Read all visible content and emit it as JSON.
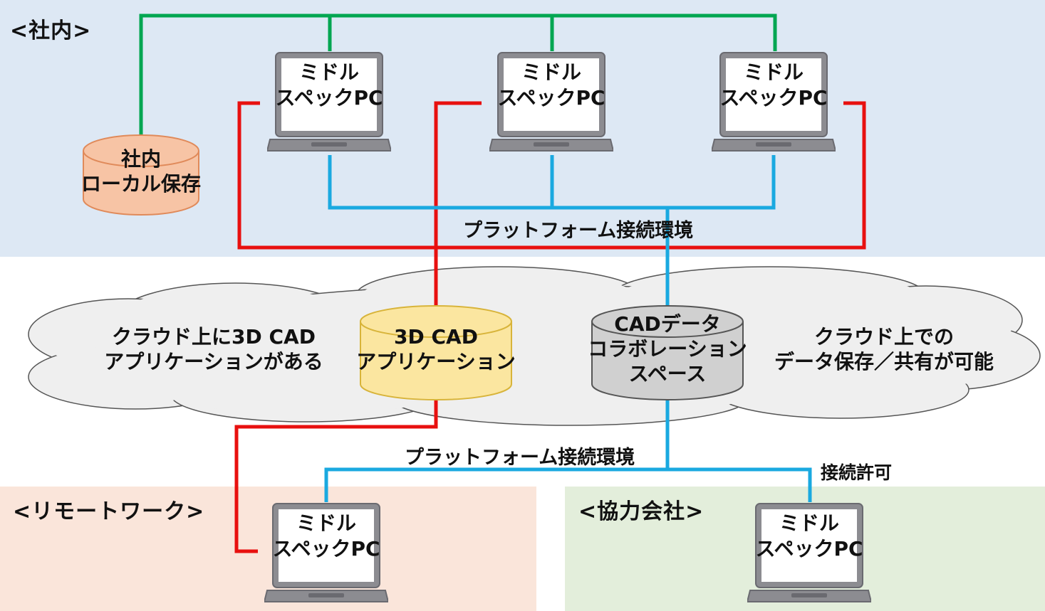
{
  "regions": {
    "internal": {
      "label": "<社内>",
      "color": "#dde8f4"
    },
    "remote": {
      "label": "<リモートワーク>",
      "color": "#fae5da"
    },
    "partner": {
      "label": "<協力会社>",
      "color": "#e3eedb"
    }
  },
  "pc": {
    "line1": "ミドル",
    "line2": "スペックPC"
  },
  "local_storage": {
    "line1": "社内",
    "line2": "ローカル保存",
    "color": "#f7c4a5"
  },
  "cad_app": {
    "line1": "3D CAD",
    "line2": "アプリケーション",
    "color": "#fbe6a0"
  },
  "collab": {
    "line1": "CADデータ",
    "line2": "コラボレーション",
    "line3": "スペース",
    "color": "#d0d0d0"
  },
  "cloud": {
    "note_left": {
      "line1": "クラウド上に3D CAD",
      "line2": "アプリケーションがある"
    },
    "note_right": {
      "line1": "クラウド上での",
      "line2": "データ保存／共有が可能"
    },
    "fill": "#efefef"
  },
  "connections": {
    "platform_top": "プラットフォーム接続環境",
    "platform_bottom": "プラットフォーム接続環境",
    "permission": "接続許可"
  },
  "colors": {
    "green_line": "#00a651",
    "red_line": "#e8100f",
    "blue_line": "#1aa9e0"
  }
}
